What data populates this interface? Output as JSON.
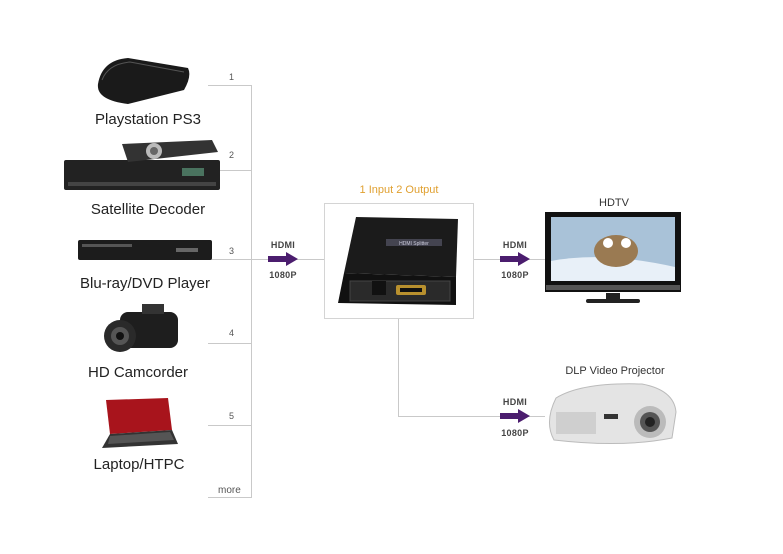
{
  "sources": [
    {
      "number": "1",
      "label": "Playstation PS3",
      "icon": "game-console-icon"
    },
    {
      "number": "2",
      "label": "Satellite Decoder",
      "icon": "satellite-decoder-icon"
    },
    {
      "number": "3",
      "label": "Blu-ray/DVD Player",
      "icon": "bluray-player-icon"
    },
    {
      "number": "4",
      "label": "HD Camcorder",
      "icon": "camcorder-icon"
    },
    {
      "number": "5",
      "label": "Laptop/HTPC",
      "icon": "laptop-icon"
    }
  ],
  "more_label": "more",
  "splitter": {
    "title": "1 Input 2 Output",
    "device_text": "HDMI Splitter"
  },
  "connections": {
    "hdmi": "HDMI",
    "resolution": "1080P"
  },
  "outputs": [
    {
      "label": "HDTV",
      "icon": "tv-icon"
    },
    {
      "label": "DLP Video Projector",
      "icon": "projector-icon"
    }
  ],
  "colors": {
    "arrow": "#4b1d6e",
    "title": "#e0a030",
    "line": "#c9c9c9"
  }
}
